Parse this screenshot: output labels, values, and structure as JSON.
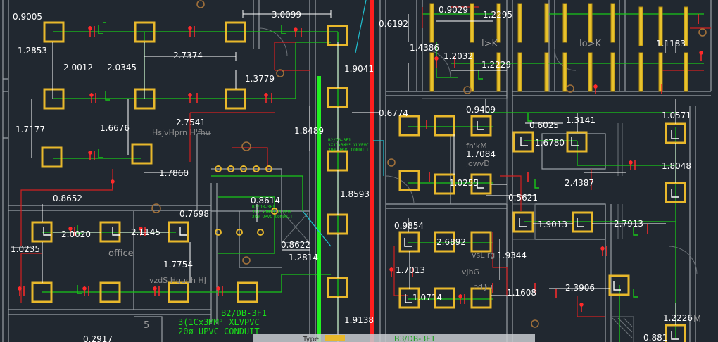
{
  "drawing": {
    "colors": {
      "background": "#212830",
      "fixture": "#e8b82c",
      "wire_green": "#18c818",
      "wire_red": "#d42020",
      "busbar_green": "#22f022",
      "busbar_red": "#ff1e1e",
      "dimension": "#ffffff",
      "wall": "#9aa0a6"
    },
    "dimensions": [
      "0.9005",
      "3.0099",
      "0.6192",
      "0.9029",
      "1.2295",
      "1.2853",
      "2.7374",
      "2.0012",
      "2.0345",
      "1.4386",
      "1.2032",
      "1.2229",
      "1.1183",
      "1.3779",
      "1.9041",
      "0.6774",
      "0.9409",
      "1.0571",
      "2.7541",
      "1.7177",
      "1.6676",
      "1.8489",
      "0.6025",
      "1.3141",
      "1.6780",
      "1.7084",
      "1.7860",
      "1.8048",
      "1.0255",
      "2.4387",
      "0.8652",
      "1.8593",
      "0.5621",
      "0.8614",
      "0.7698",
      "0.9854",
      "1.9013",
      "2.7913",
      "2.0020",
      "2.1145",
      "0.8622",
      "1.0235",
      "2.6892",
      "1.2814",
      "1.7754",
      "1.9344",
      "1.7013",
      "1.1608",
      "2.3906",
      "1.0714",
      "1.9138",
      "1.2226",
      "0.881"
    ],
    "room_labels": [
      "HsjvHprn H'fhu",
      "office",
      "vzdS Hgudh HJ",
      "fh'kM",
      "jowvD",
      "vsL rg",
      "vjhG",
      "pd}u",
      "l>K",
      "lo>K",
      "M",
      "5"
    ],
    "circuit_notes": {
      "line1": "B2/DB-3F1",
      "line2": "3(1Cx3MM² XLVPVC",
      "line3": "20ø UPVC CONDUIT",
      "small_a1": "B2/DB-3F1",
      "small_a2": "3X1Cx3MM² XLVPVC",
      "small_a3": "20ø UPVC CONDUIT",
      "small_b1": "B2/DB-3F1",
      "small_b2": "3X1Cx3MM² XLVPVC",
      "small_b3": "20ø UPVC CONDUIT",
      "bottom_right": "B3/DB-3F1"
    },
    "status_bar": {
      "text1": "0.2917",
      "text2": "Type"
    }
  }
}
